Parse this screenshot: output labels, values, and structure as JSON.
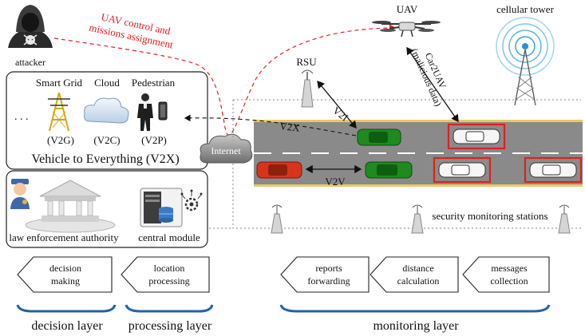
{
  "top": {
    "attacker": "attacker",
    "attack_line1": "UAV control and",
    "attack_line2": "missions assignment",
    "uav": "UAV",
    "tower": "cellular tower"
  },
  "v2x_box": {
    "ellipsis": ". . .",
    "smart_grid": "Smart Grid",
    "cloud": "Cloud",
    "pedestrian": "Pedestrian",
    "v2g": "(V2G)",
    "v2c": "(V2C)",
    "v2p": "(V2P)",
    "title": "Vehicle to Everything (V2X)"
  },
  "authority_box": {
    "law": "law enforcement authority",
    "central": "central module"
  },
  "network": {
    "internet": "Internet",
    "rsu": "RSU",
    "v2i": "V2I",
    "v2x": "V2X",
    "v2v": "V2V",
    "car2uav_line1": "Car2UAV",
    "car2uav_line2": "(malicious data)",
    "stations": "security monitoring stations"
  },
  "steps": [
    {
      "l1": "decision",
      "l2": "making"
    },
    {
      "l1": "location",
      "l2": "processing"
    },
    {
      "l1": "reports",
      "l2": "forwarding"
    },
    {
      "l1": "distance",
      "l2": "calculation"
    },
    {
      "l1": "messages",
      "l2": "collection"
    }
  ],
  "layers": {
    "decision": "decision layer",
    "processing": "processing layer",
    "monitoring": "monitoring layer"
  },
  "colors": {
    "attack_line": "#e02020",
    "highlight_box": "#e02020",
    "layer_brace": "#1f64a8",
    "road": "#8a8a8a",
    "car_green": "#1f8a1f",
    "car_red": "#d8341c"
  }
}
